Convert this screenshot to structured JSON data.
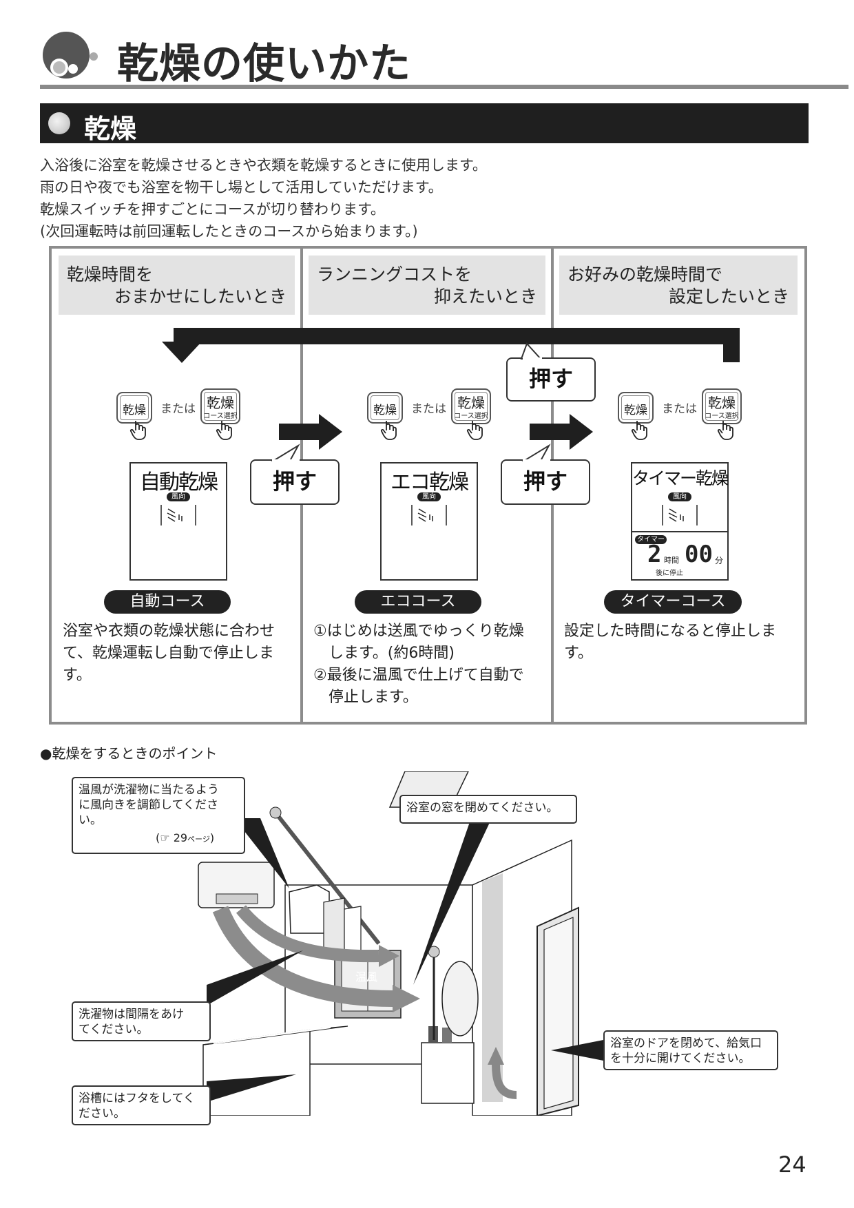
{
  "header": {
    "title": "乾燥の使いかた"
  },
  "section": {
    "title": "乾燥"
  },
  "intro": [
    "入浴後に浴室を乾燥させるときや衣類を乾燥するときに使用します。",
    "雨の日や夜でも浴室を物干し場として活用していただけます。",
    "乾燥スイッチを押すごとにコースが切り替わります。",
    "(次回運転時は前回運転したときのコースから始まります。)"
  ],
  "flow": {
    "press_label": "押す",
    "button_small": "乾燥",
    "button_big_main": "乾燥",
    "button_big_sub": "コース選択",
    "or_label": "または",
    "lcd_badge": "風向",
    "columns": [
      {
        "head_line1": "乾燥時間を",
        "head_line2": "おまかせにしたいとき",
        "lcd_text": "自動乾燥",
        "course": "自動コース",
        "desc": [
          "浴室や衣類の乾燥状態に合わせ",
          "て、乾燥運転し自動で停止しま",
          "す。"
        ]
      },
      {
        "head_line1": "ランニングコストを",
        "head_line2": "抑えたいとき",
        "lcd_text": "エコ乾燥",
        "course": "エココース",
        "desc": [
          "①はじめは送風でゆっくり乾燥",
          "　します。(約6時間)",
          "②最後に温風で仕上げて自動で",
          "　停止します。"
        ]
      },
      {
        "head_line1": "お好みの乾燥時間で",
        "head_line2": "設定したいとき",
        "lcd_text": "タイマー乾燥",
        "course": "タイマーコース",
        "desc": [
          "設定した時間になると停止します。"
        ],
        "timer": {
          "badge": "タイマー",
          "hours": "2",
          "hours_unit": "時間",
          "minutes": "00",
          "minutes_unit": "分",
          "after_stop": "後に停止"
        }
      }
    ]
  },
  "points": {
    "title": "●乾燥をするときのポイント",
    "notes": {
      "air": [
        "温風が洗濯物に当たるよう",
        "に風向きを調節してくださ",
        "い。"
      ],
      "air_ref_page": "29",
      "air_ref_unit": "ページ",
      "window": "浴室の窓を閉めてください。",
      "spacing": [
        "洗濯物は間隔をあけ",
        "てください。"
      ],
      "tub": [
        "浴槽にはフタをしてく",
        "ださい。"
      ],
      "door": [
        "浴室のドアを閉めて、給気口",
        "を十分に開けてください。"
      ]
    },
    "warm_air_label": "温風"
  },
  "page_number": "24"
}
